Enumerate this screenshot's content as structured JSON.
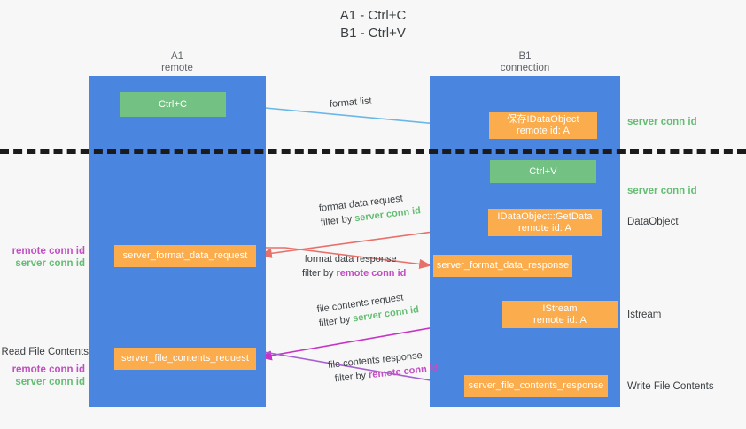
{
  "title": "A1 - Ctrl+C\nB1 - Ctrl+V",
  "columns": {
    "left": "A1\nremote",
    "right": "B1\nconnection"
  },
  "colors": {
    "lane": "#4a86e0",
    "green_box": "#74c283",
    "orange_box": "#fbac4d",
    "server_conn": "#65bd74",
    "remote_conn": "#c24ec2",
    "arrow_blue": "#6bb7e8",
    "arrow_red": "#e8706a",
    "arrow_magenta": "#c832c8",
    "arrow_purple": "#a65fd0",
    "arrow_black": "#1b1b1b",
    "separator": "#1b1b1b",
    "background": "#f7f7f7"
  },
  "boxes": {
    "ctrl_c": "Ctrl+C",
    "idataobject": "保存IDataObject\nremote id: A",
    "ctrl_v": "Ctrl+V",
    "getdata": "IDataObject::GetData\nremote id: A",
    "server_format_data_request": "server_format_data_request",
    "server_format_data_response": "server_format_data_response",
    "istream": "IStream\nremote id: A",
    "server_file_contents_request": "server_file_contents_request",
    "server_file_contents_response": "server_file_contents_response"
  },
  "right_labels": {
    "server_conn_id_1": "server conn id",
    "server_conn_id_2": "server conn id",
    "dataobject": "DataObject",
    "istream": "Istream",
    "write_file_contents": "Write File Contents"
  },
  "left_labels": {
    "remote_conn_id_1": "remote conn id",
    "server_conn_id_1": "server conn id",
    "read_file_contents": "Read File Contents",
    "remote_conn_id_2": "remote conn id",
    "server_conn_id_2": "server conn id"
  },
  "flows": {
    "format_list": "format list",
    "format_data_request": "format data request",
    "format_data_request_filter_prefix": "filter by ",
    "format_data_request_filter_value": "server conn id",
    "format_data_response": "format data response",
    "format_data_response_filter_prefix": "filter by ",
    "format_data_response_filter_value": "remote conn id",
    "file_contents_request": "file contents request",
    "file_contents_request_filter_prefix": "filter by ",
    "file_contents_request_filter_value": "server conn id",
    "file_contents_response": "file contents response",
    "file_contents_response_filter_prefix": "filter by ",
    "file_contents_response_filter_value": "remote conn id"
  },
  "icon_names": {
    "arrow_head": "arrow-head-icon",
    "dashed_divider": "dashed-divider-icon"
  }
}
